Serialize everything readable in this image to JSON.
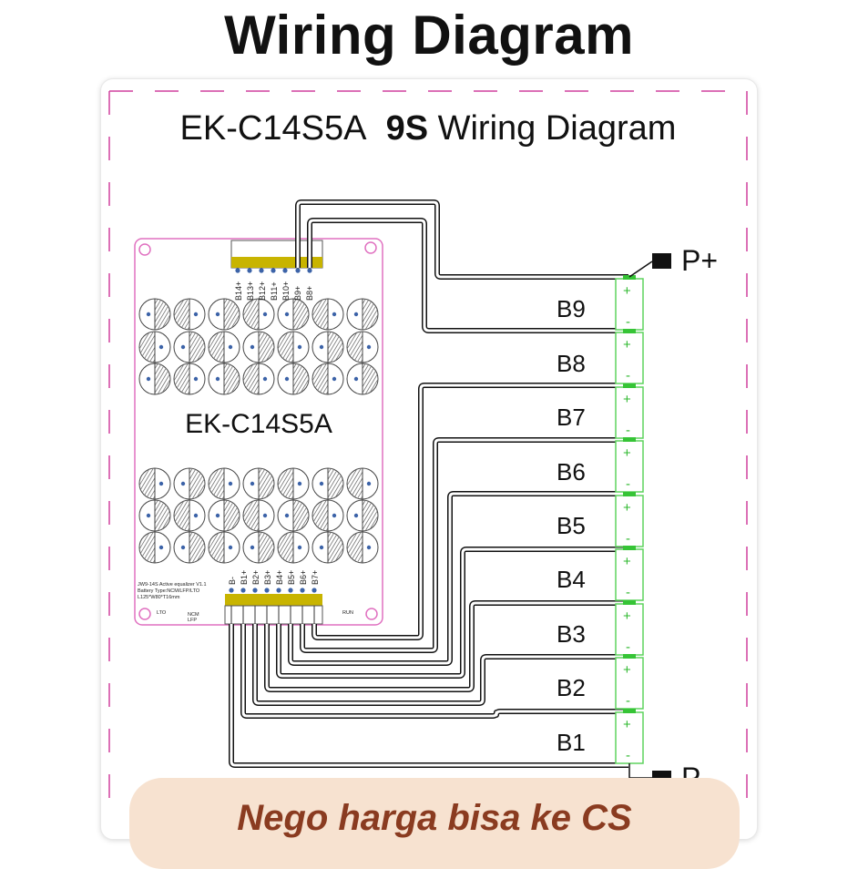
{
  "page_title": "Wiring  Diagram",
  "diagram": {
    "title_model": "EK-C14S5A",
    "title_series": "9S",
    "title_rest": "Wiring Diagram",
    "board_label": "EK-C14S5A",
    "top_pins": [
      "B14+",
      "B13+",
      "B12+",
      "B11+",
      "B10+",
      "B9+",
      "B8+"
    ],
    "bottom_pins": [
      "B-",
      "B1+",
      "B2+",
      "B3+",
      "B4+",
      "B5+",
      "B6+",
      "B7+"
    ],
    "board_info": [
      "JW9-14S Active equalizer V1.1",
      "Battery Type:NCM/LFP/LTO",
      "L125*W80*T16mm"
    ],
    "switch_labels": {
      "lto": "LTO",
      "ncm": "NCM",
      "lfp": "LFP",
      "run": "RUN"
    },
    "cells": [
      "B9",
      "B8",
      "B7",
      "B6",
      "B5",
      "B4",
      "B3",
      "B2",
      "B1"
    ],
    "plus_sign": "+",
    "minus_sign": "-",
    "p_plus": "P+",
    "p_minus": "P-"
  },
  "banner": {
    "text": "Nego harga bisa ke CS"
  }
}
